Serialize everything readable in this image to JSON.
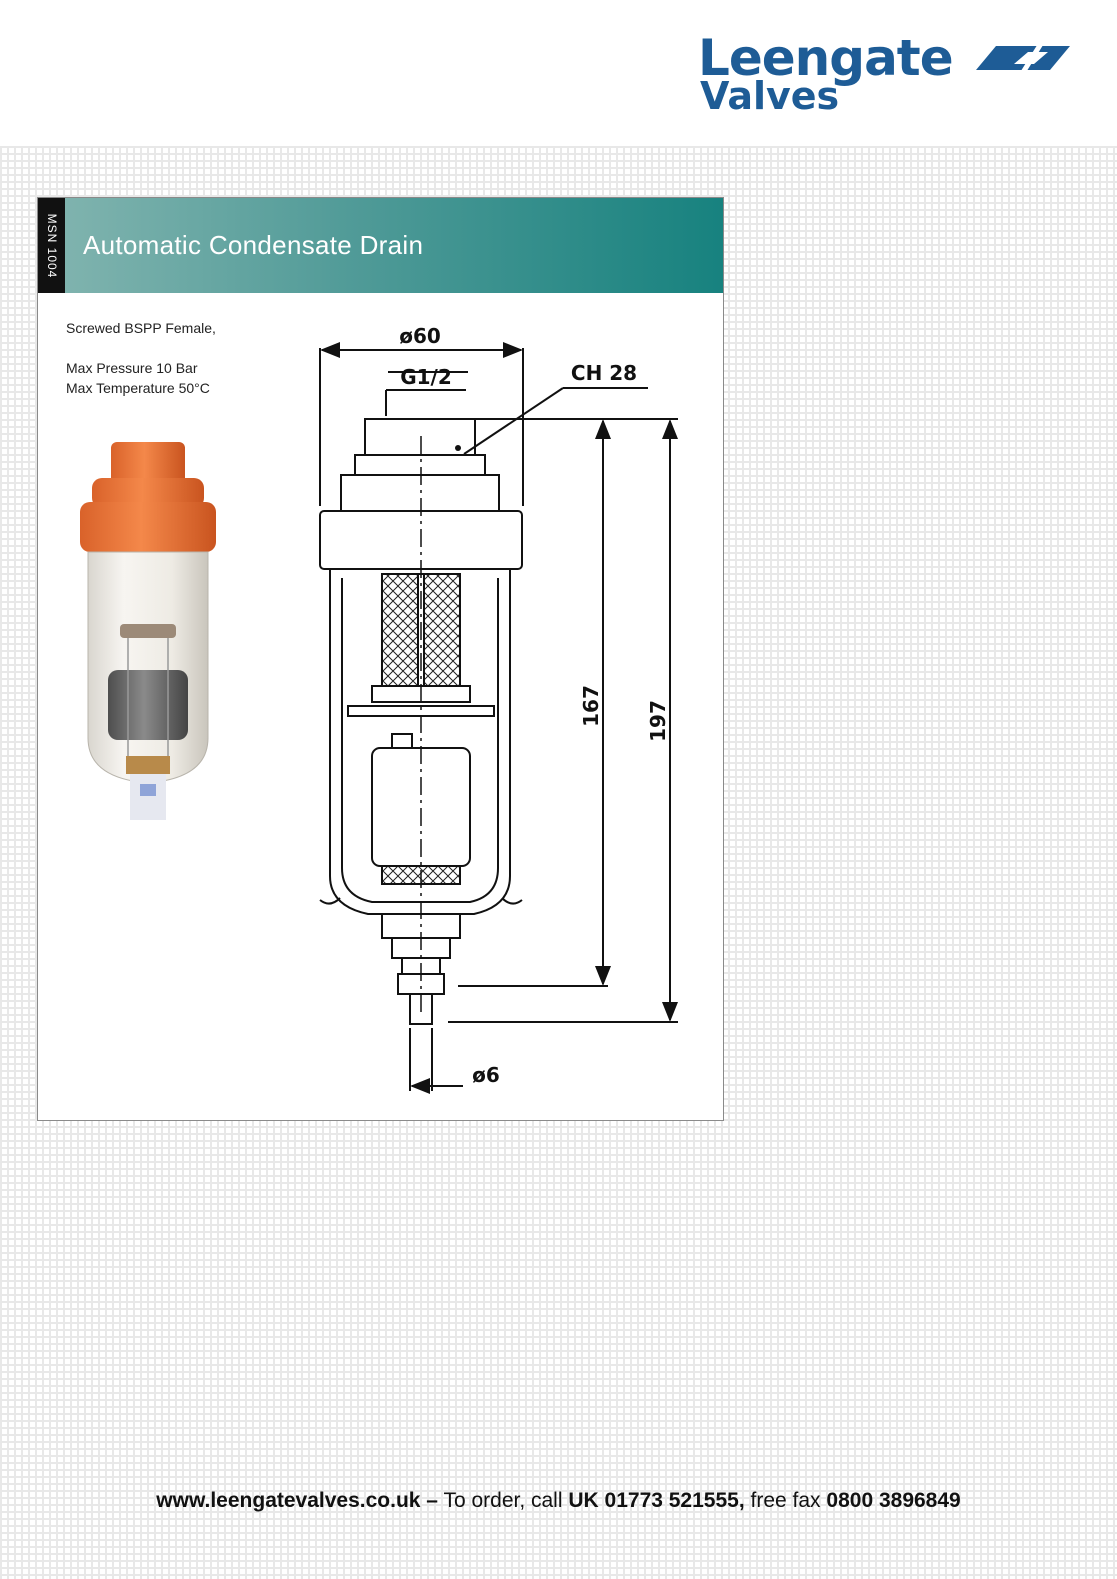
{
  "brand": {
    "line1": "Leengate",
    "line2": "Valves",
    "color": "#1e5c96"
  },
  "panel": {
    "doc_code": "MSN 1004",
    "title": "Automatic Condensate Drain",
    "title_gradient": [
      "#7fb3ae",
      "#17827f"
    ]
  },
  "specs": {
    "connection": "Screwed BSPP Female,",
    "pressure": "Max Pressure 10 Bar",
    "temperature": "Max Temperature 50°C"
  },
  "drawing": {
    "dim_diameter": "ø60",
    "dim_thread": "G1/2",
    "dim_hex": "CH 28",
    "dim_height_body": "167",
    "dim_height_total": "197",
    "dim_outlet": "ø6"
  },
  "footer": {
    "website": "www.leengatevalves.co.uk",
    "dash": "–",
    "order_text": "To order, call",
    "phone": "UK 01773 521555,",
    "fax_text": "free fax",
    "fax": "0800 3896849"
  }
}
